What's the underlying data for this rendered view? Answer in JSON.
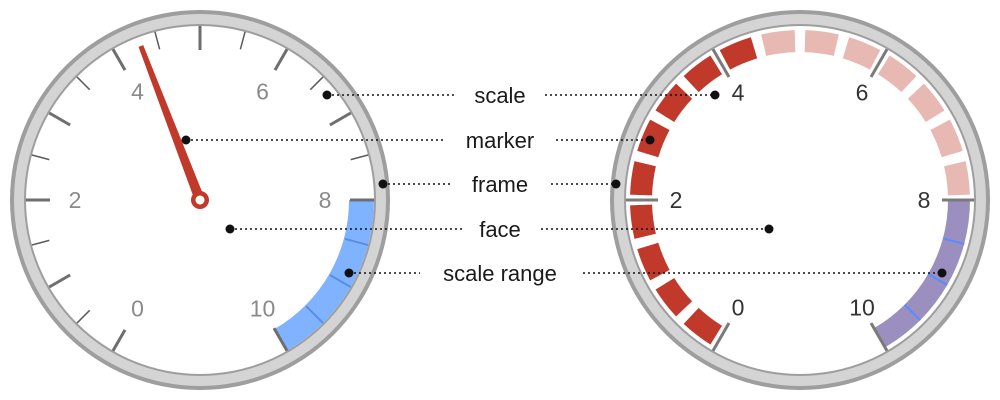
{
  "callouts": [
    {
      "key": "scale",
      "label": "scale"
    },
    {
      "key": "marker",
      "label": "marker"
    },
    {
      "key": "frame",
      "label": "frame"
    },
    {
      "key": "face",
      "label": "face"
    },
    {
      "key": "scale_range",
      "label": "scale range"
    }
  ],
  "left_gauge": {
    "scale_labels": [
      "0",
      "2",
      "4",
      "6",
      "8",
      "10"
    ],
    "marker_value": 4.3,
    "scale_range": {
      "from": 8,
      "to": 10,
      "color": "#80b3ff"
    },
    "needle_color": "#c0392b",
    "frame_color": "#bdbdbd"
  },
  "right_gauge": {
    "scale_labels": [
      "0",
      "2",
      "4",
      "6",
      "8",
      "10"
    ],
    "segments_value": 4.6,
    "active_color": "#c0392b",
    "inactive_color": "#e8b8b2",
    "scale_range": {
      "from": 8,
      "to": 10,
      "color": "#9b8fbf"
    },
    "frame_color": "#bdbdbd"
  }
}
